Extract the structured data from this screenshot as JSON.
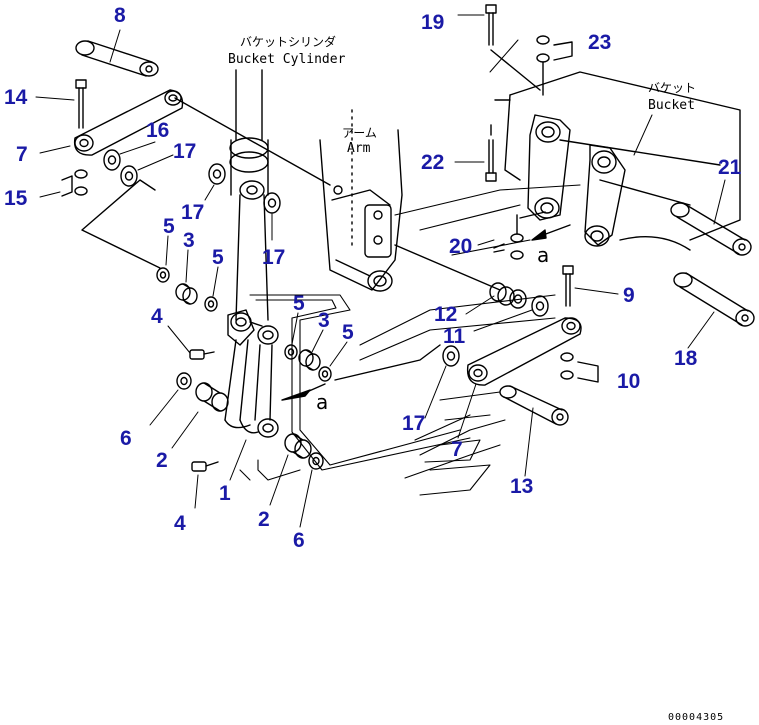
{
  "colors": {
    "line": "#000000",
    "callout": "#1a1aa6",
    "background": "#ffffff"
  },
  "captions": {
    "bucket_cylinder_jp": "バケットシリンダ",
    "bucket_cylinder_en": "Bucket Cylinder",
    "arm_jp": "アーム",
    "arm_en": "Arm",
    "bucket_jp": "バケット",
    "bucket_en": "Bucket"
  },
  "view_marks": {
    "a_left": "a",
    "a_right": "a"
  },
  "doc_number": "00004305",
  "callouts": {
    "n1": "1",
    "n2a": "2",
    "n2b": "2",
    "n3a": "3",
    "n3b": "3",
    "n4a": "4",
    "n4b": "4",
    "n5a": "5",
    "n5b": "5",
    "n5c": "5",
    "n5d": "5",
    "n6a": "6",
    "n6b": "6",
    "n7a": "7",
    "n7b": "7",
    "n8": "8",
    "n9": "9",
    "n10": "10",
    "n11": "11",
    "n12": "12",
    "n13": "13",
    "n14": "14",
    "n15": "15",
    "n16": "16",
    "n17a": "17",
    "n17b": "17",
    "n17c": "17",
    "n17d": "17",
    "n18": "18",
    "n19": "19",
    "n20": "20",
    "n21": "21",
    "n22": "22",
    "n23": "23"
  }
}
